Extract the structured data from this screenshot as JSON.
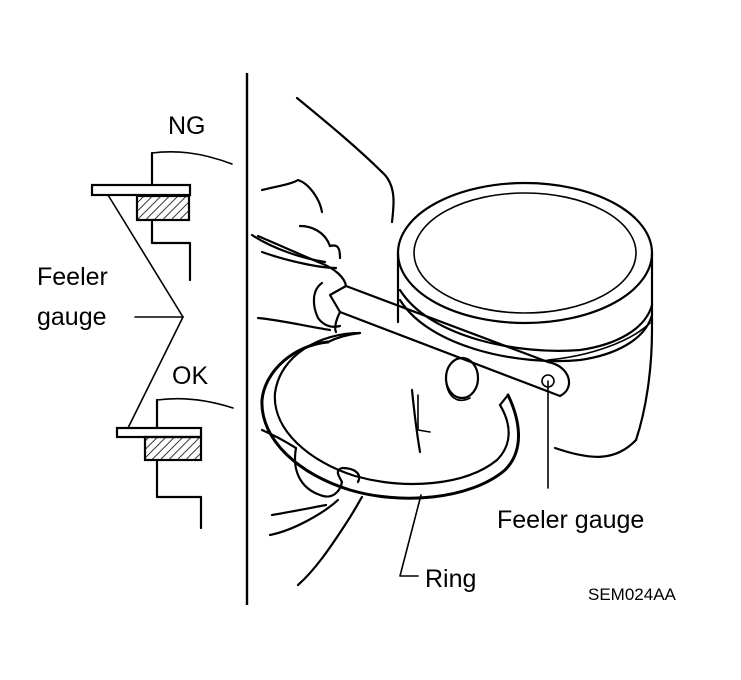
{
  "labels": {
    "ng": "NG",
    "ok": "OK",
    "feeler_gauge_left_line1": "Feeler",
    "feeler_gauge_left_line2": "gauge",
    "feeler_gauge_right": "Feeler gauge",
    "ring": "Ring",
    "figure_code": "SEM024AA"
  }
}
